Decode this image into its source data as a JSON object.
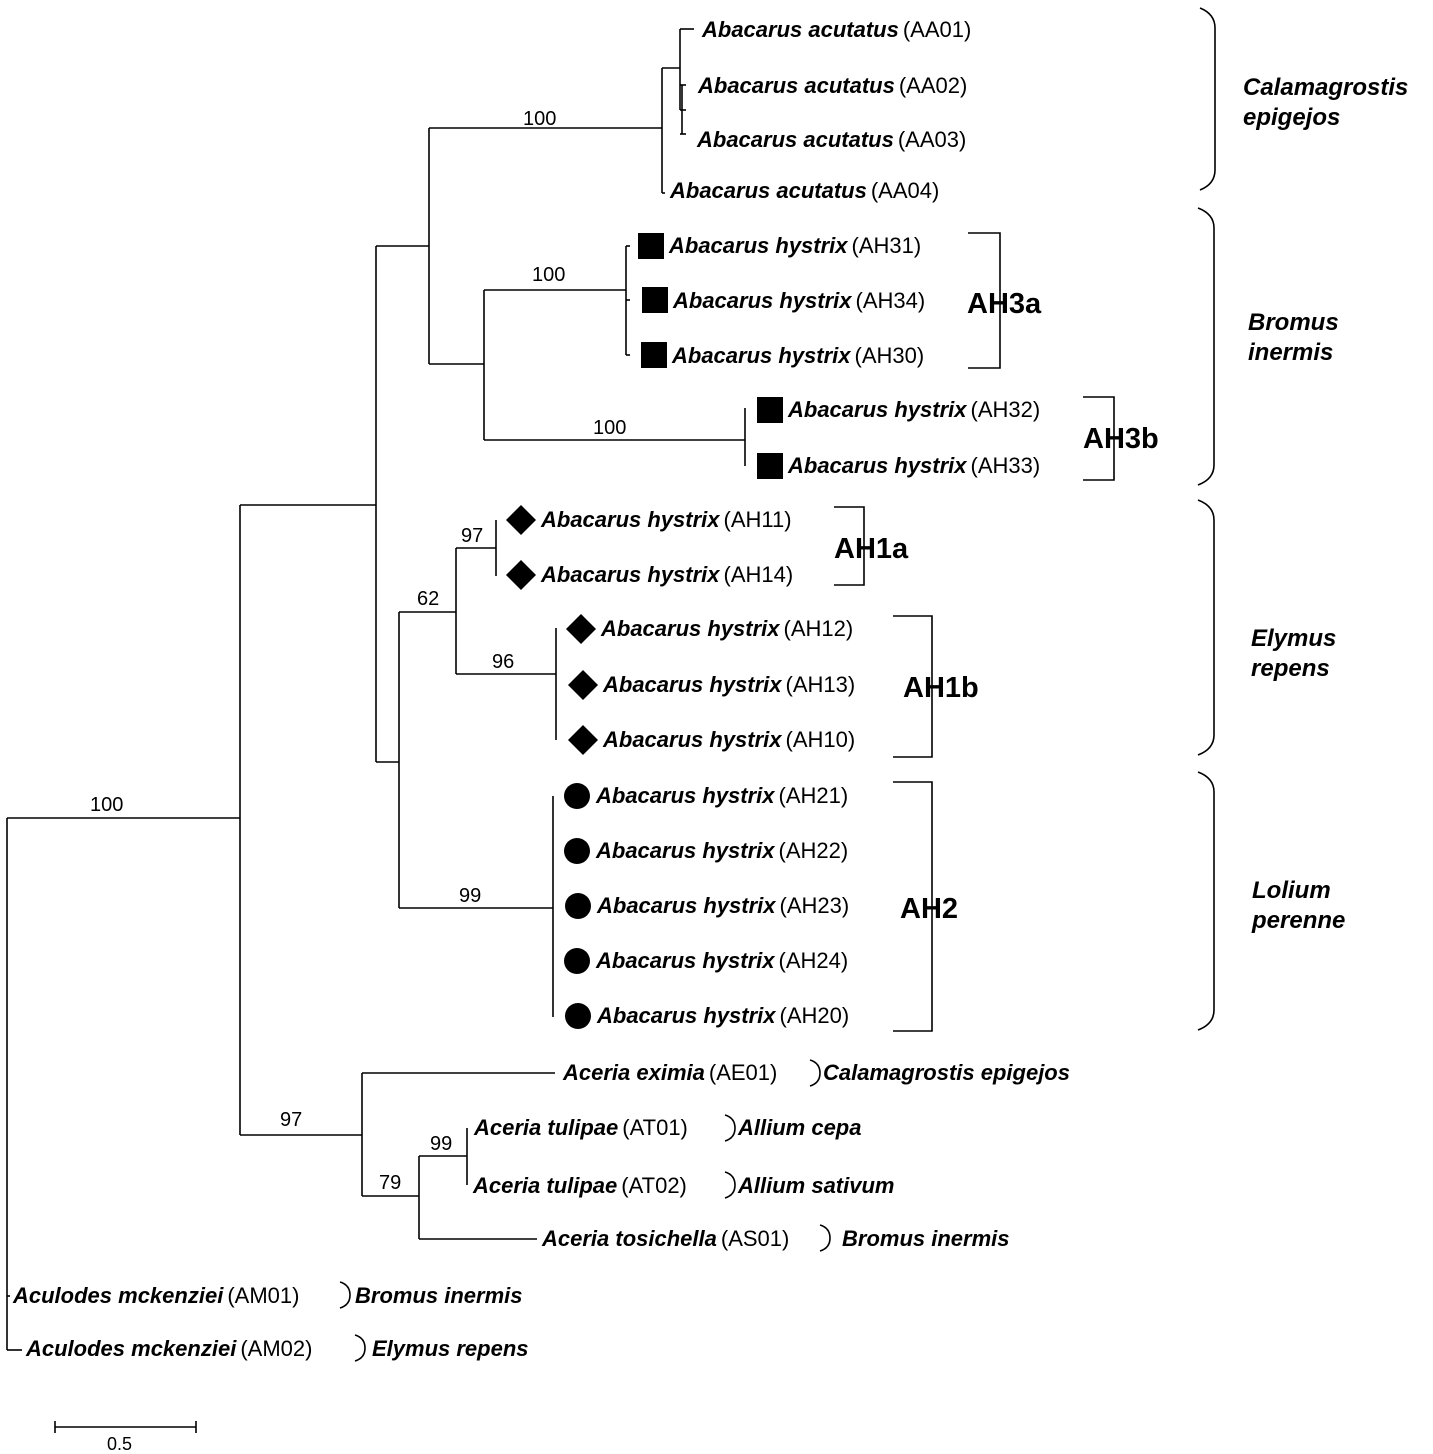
{
  "tree": {
    "scale_bar_label": "0.5",
    "taxa": {
      "AA01": {
        "species": "Abacarus acutatus",
        "code": "(AA01)"
      },
      "AA02": {
        "species": "Abacarus acutatus",
        "code": "(AA02)"
      },
      "AA03": {
        "species": "Abacarus acutatus",
        "code": "(AA03)"
      },
      "AA04": {
        "species": "Abacarus acutatus",
        "code": "(AA04)"
      },
      "AH31": {
        "species": "Abacarus hystrix",
        "code": "(AH31)"
      },
      "AH34": {
        "species": "Abacarus hystrix",
        "code": "(AH34)"
      },
      "AH30": {
        "species": "Abacarus hystrix",
        "code": "(AH30)"
      },
      "AH32": {
        "species": "Abacarus hystrix",
        "code": "(AH32)"
      },
      "AH33": {
        "species": "Abacarus hystrix",
        "code": "(AH33)"
      },
      "AH11": {
        "species": "Abacarus hystrix",
        "code": "(AH11)"
      },
      "AH14": {
        "species": "Abacarus hystrix",
        "code": "(AH14)"
      },
      "AH12": {
        "species": "Abacarus hystrix",
        "code": "(AH12)"
      },
      "AH13": {
        "species": "Abacarus hystrix",
        "code": "(AH13)"
      },
      "AH10": {
        "species": "Abacarus hystrix",
        "code": "(AH10)"
      },
      "AH21": {
        "species": "Abacarus hystrix",
        "code": "(AH21)"
      },
      "AH22": {
        "species": "Abacarus hystrix",
        "code": "(AH22)"
      },
      "AH23": {
        "species": "Abacarus hystrix",
        "code": "(AH23)"
      },
      "AH24": {
        "species": "Abacarus hystrix",
        "code": "(AH24)"
      },
      "AH20": {
        "species": "Abacarus hystrix",
        "code": "(AH20)"
      },
      "AE01": {
        "species": "Aceria eximia",
        "code": "(AE01)",
        "host": "Calamagrostis epigejos"
      },
      "AT01": {
        "species": "Aceria tulipae",
        "code": "(AT01)",
        "host": "Allium cepa"
      },
      "AT02": {
        "species": "Aceria tulipae",
        "code": "(AT02)",
        "host": "Allium sativum"
      },
      "AS01": {
        "species": "Aceria tosichella",
        "code": "(AS01)",
        "host": "Bromus inermis"
      },
      "AM01": {
        "species": "Aculodes mckenziei",
        "code": "(AM01)",
        "host": "Bromus inermis"
      },
      "AM02": {
        "species": "Aculodes mckenziei",
        "code": "(AM02)",
        "host": "Elymus repens"
      }
    },
    "bootstrap": {
      "root": "100",
      "aa_clade": "100",
      "ah3a": "100",
      "ah3b": "100",
      "ah1a": "97",
      "ah1": "62",
      "ah1b": "96",
      "ah2": "99",
      "aceria": "97",
      "tulipae_tosichella": "79",
      "tulipae": "99"
    },
    "lineages": {
      "AH3a": "AH3a",
      "AH3b": "AH3b",
      "AH1a": "AH1a",
      "AH1b": "AH1b",
      "AH2": "AH2"
    },
    "host_plants": {
      "calamagrostis": [
        "Calamagrostis",
        "epigejos"
      ],
      "bromus": [
        "Bromus",
        "inermis"
      ],
      "elymus": [
        "Elymus",
        "repens"
      ],
      "lolium": [
        "Lolium",
        "perenne"
      ]
    },
    "marker_shapes": {
      "AH3": "square",
      "AH1": "diamond",
      "AH2": "circle"
    }
  }
}
